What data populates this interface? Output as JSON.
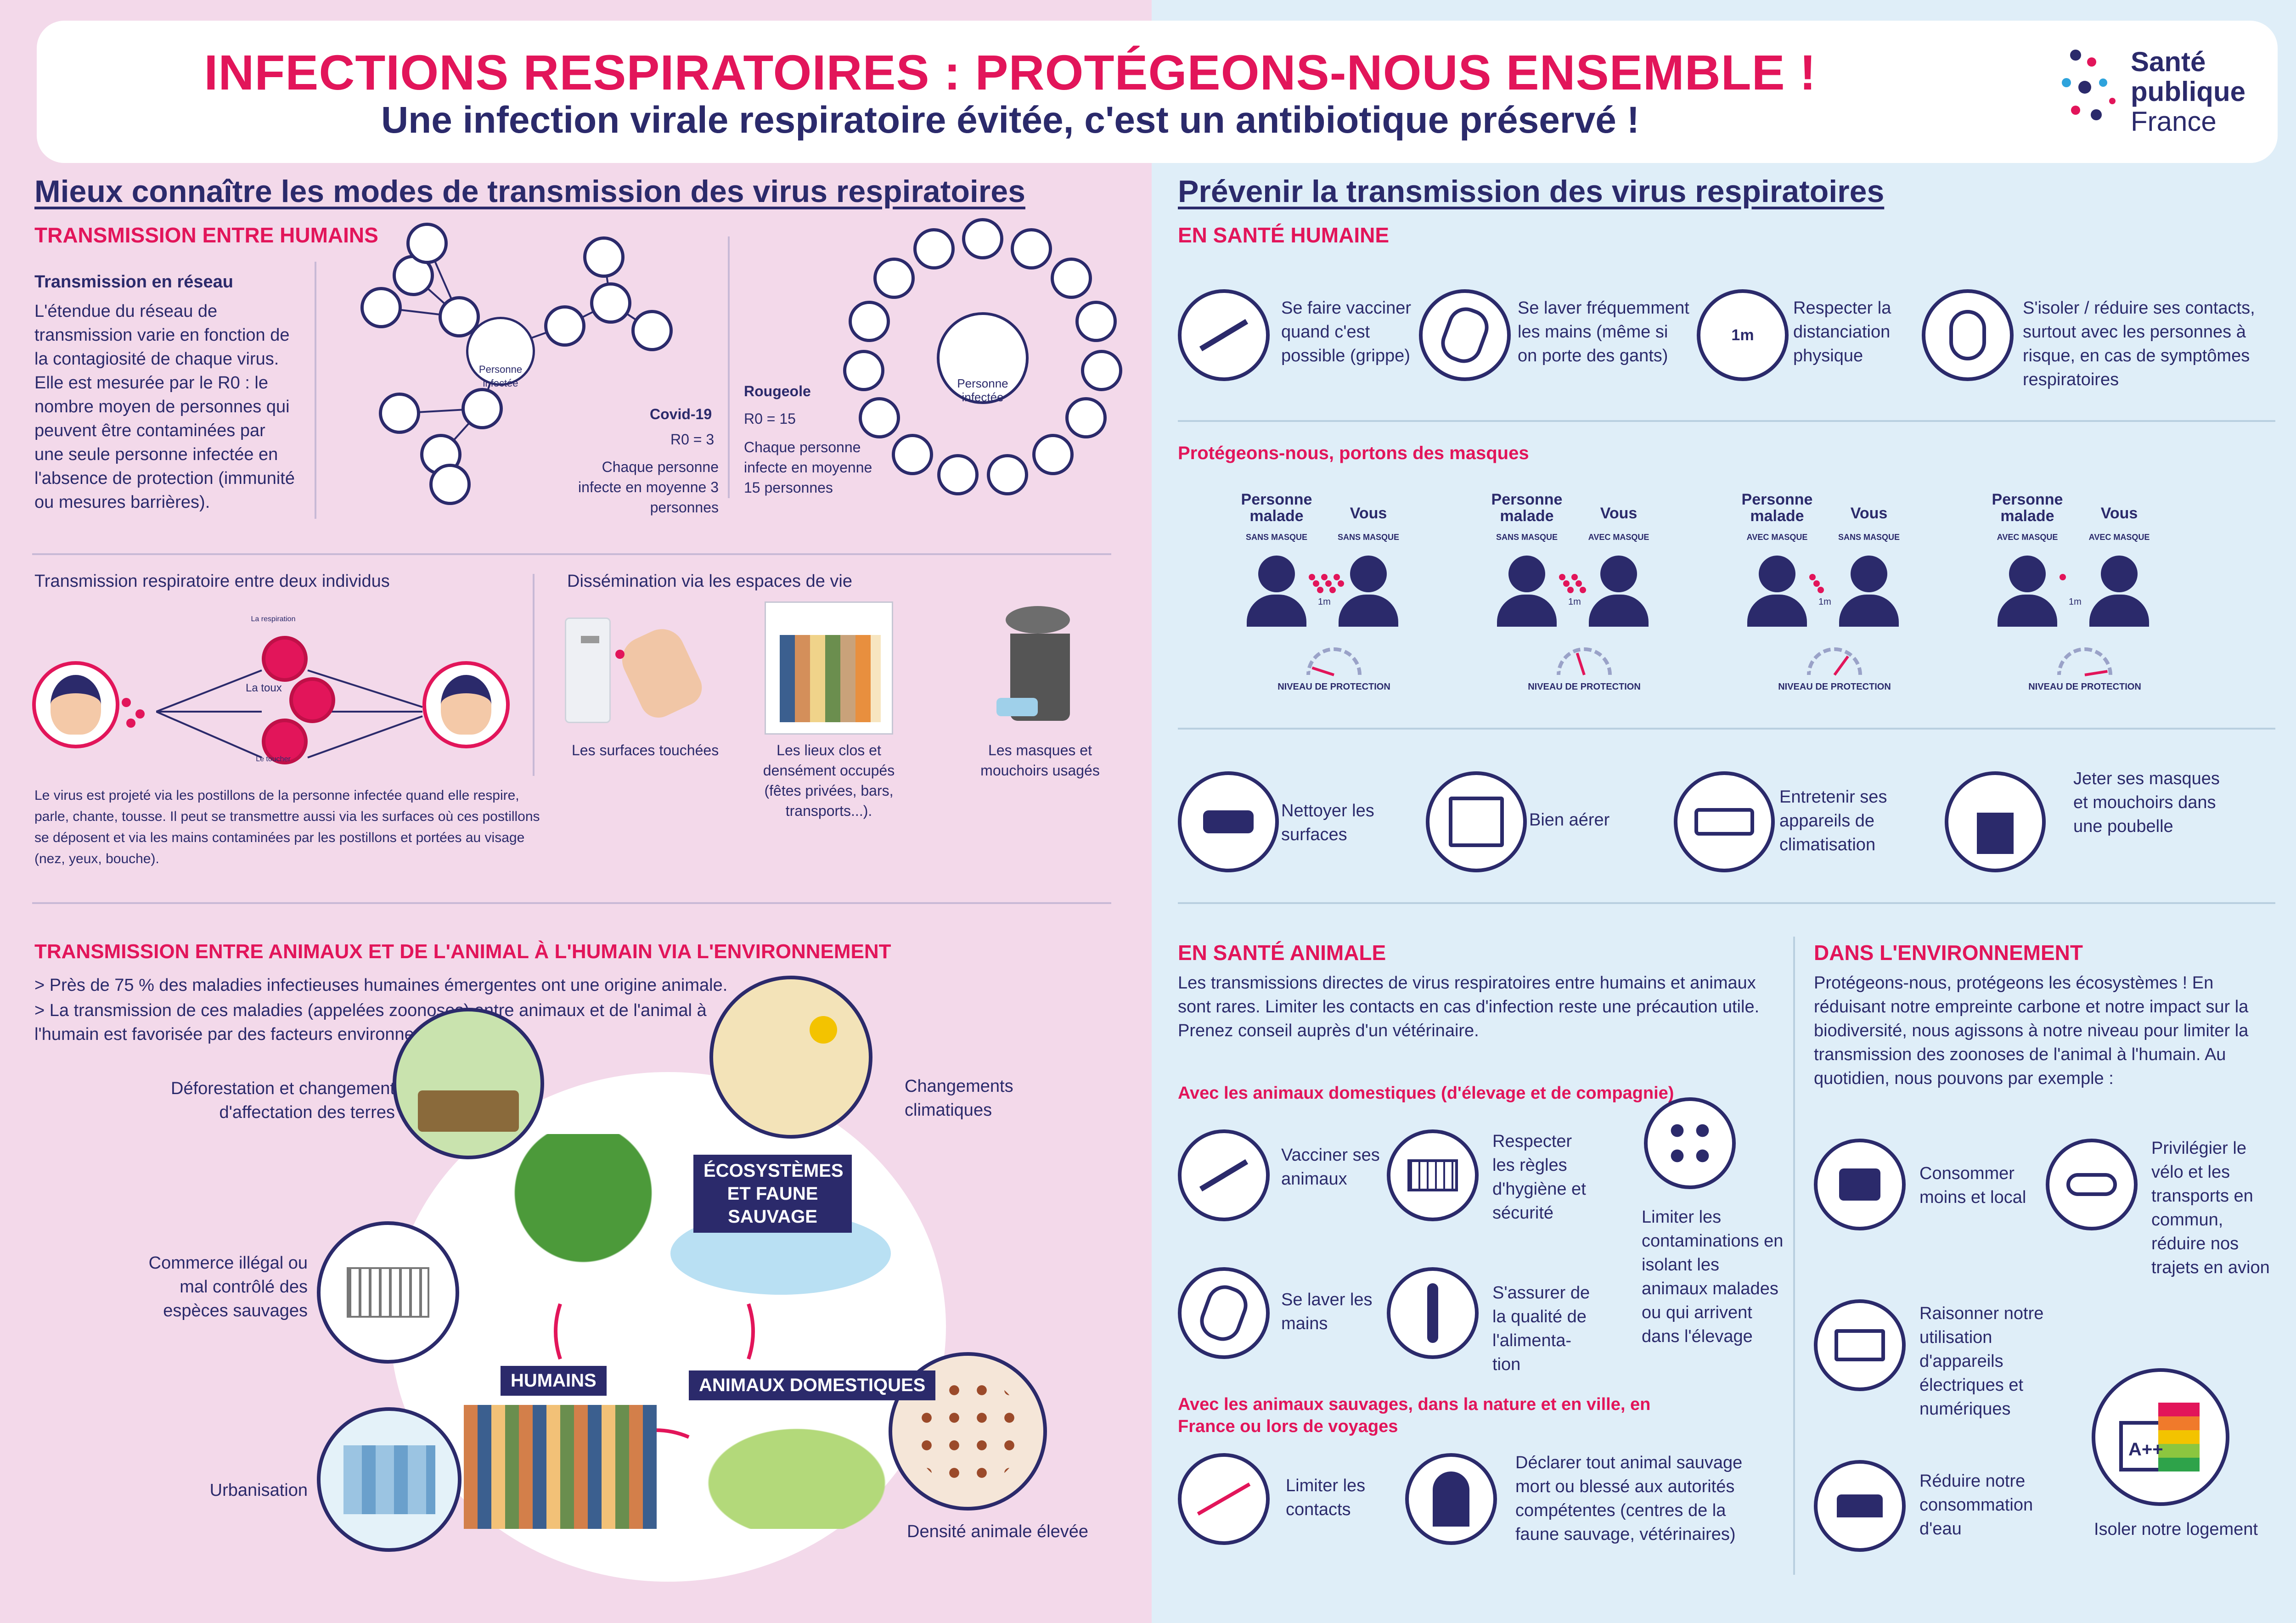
{
  "header": {
    "title": "INFECTIONS RESPIRATOIRES : PROTÉGEONS-NOUS ENSEMBLE !",
    "subtitle": "Une infection virale respiratoire évitée, c'est un antibiotique préservé !",
    "logo_line1": "Santé",
    "logo_line2": "publique",
    "logo_line3": "France"
  },
  "left": {
    "section_title": "Mieux connaître les modes de transmission des virus respiratoires",
    "humans_title": "TRANSMISSION ENTRE HUMAINS",
    "network_title": "Transmission en réseau",
    "network_text": "L'étendue du réseau de transmission varie en fonction de la contagiosité de chaque virus. Elle est mesurée par le R0 : le nombre moyen de personnes qui peuvent être contaminées par une seule personne infectée en l'absence de protection (immunité ou mesures barrières).",
    "infected_label": "Personne infectée",
    "covid_name": "Covid-19",
    "covid_r0": "R0 = 3",
    "covid_desc": "Chaque personne infecte en moyenne 3 personnes",
    "measles_name": "Rougeole",
    "measles_r0": "R0 = 15",
    "measles_desc": "Chaque personne infecte en moyenne 15 personnes",
    "resp_title": "Transmission respiratoire entre deux individus",
    "resp_labels": [
      "La respiration",
      "La toux",
      "Le toucher"
    ],
    "resp_text": "Le virus est projeté via les postillons de la personne infectée quand elle respire, parle, chante, tousse. Il peut se transmettre aussi via les surfaces où ces postillons se déposent et via les mains contaminées par les postillons et portées au visage (nez, yeux, bouche).",
    "spaces_title": "Dissémination via les espaces de vie",
    "spaces": [
      "Les surfaces touchées",
      "Les lieux clos et densément occupés (fêtes privées, bars, transports...).",
      "Les masques et mouchoirs usagés"
    ],
    "animals_title": "TRANSMISSION ENTRE ANIMAUX ET DE L'ANIMAL À L'HUMAIN VIA L'ENVIRONNEMENT",
    "animals_bullets": [
      "> Près de 75 % des maladies infectieuses humaines émergentes ont une origine animale.",
      "> La transmission de ces maladies (appelées zoonoses) entre animaux et de l'animal à l'humain est favorisée par des facteurs environnementaux."
    ],
    "factors": [
      "Déforestation et changement d'affectation des terres",
      "Commerce illégal ou mal contrôlé des espèces sauvages",
      "Urbanisation",
      "Changements climatiques",
      "Densité animale élevée"
    ],
    "circle_labels": [
      "ÉCOSYSTÈMES ET FAUNE SAUVAGE",
      "HUMAINS",
      "ANIMAUX DOMESTIQUES"
    ]
  },
  "right": {
    "section_title": "Prévenir la transmission des virus respiratoires",
    "human_health_title": "EN SANTÉ HUMAINE",
    "human_actions": [
      "Se faire vacciner quand c'est possible (grippe)",
      "Se laver fréquemment les mains (même si on porte des gants)",
      "Respecter la distanciation physique",
      "S'isoler / réduire ses contacts, surtout avec les personnes à risque, en cas de symptômes respiratoires"
    ],
    "masks_title": "Protégeons-nous, portons des masques",
    "mask_cols": [
      {
        "sick": "Personne malade",
        "sick_state": "SANS MASQUE",
        "you": "Vous",
        "you_state": "SANS MASQUE"
      },
      {
        "sick": "Personne malade",
        "sick_state": "SANS MASQUE",
        "you": "Vous",
        "you_state": "AVEC MASQUE"
      },
      {
        "sick": "Personne malade",
        "sick_state": "AVEC MASQUE",
        "you": "Vous",
        "you_state": "SANS MASQUE"
      },
      {
        "sick": "Personne malade",
        "sick_state": "AVEC MASQUE",
        "you": "Vous",
        "you_state": "AVEC MASQUE"
      }
    ],
    "mask_protection": [
      0.1,
      0.4,
      0.7,
      0.95
    ],
    "distance": "1m",
    "protection_label": "NIVEAU DE PROTECTION",
    "env_actions": [
      "Nettoyer les surfaces",
      "Bien aérer",
      "Entretenir ses appareils de climatisation",
      "Jeter ses masques et mouchoirs dans une poubelle"
    ],
    "animal_health_title": "EN SANTÉ ANIMALE",
    "animal_health_text": "Les transmissions directes de virus respiratoires entre humains et animaux sont rares. Limiter les contacts en cas d'infection reste une précaution utile. Prenez conseil auprès d'un vétérinaire.",
    "domestic_title": "Avec les animaux domestiques (d'élevage et de compagnie)",
    "domestic_actions": [
      "Vacciner ses animaux",
      "Respecter les règles d'hygiène et sécurité",
      "Limiter les contaminations en isolant les animaux malades ou qui arrivent dans l'élevage",
      "Se laver les mains",
      "S'assurer de la qualité de l'alimenta-tion"
    ],
    "wild_title": "Avec les animaux sauvages, dans la nature et en ville, en France ou lors de voyages",
    "wild_actions": [
      "Limiter les contacts",
      "Déclarer tout animal sauvage mort ou blessé aux autorités compétentes (centres de la faune sauvage, vétérinaires)"
    ],
    "env_title": "DANS L'ENVIRONNEMENT",
    "env_text": "Protégeons-nous, protégeons les écosystèmes ! En réduisant notre empreinte carbone et notre impact sur la biodiversité, nous agissons à notre niveau pour limiter la transmission des zoonoses de l'animal à l'humain. Au quotidien, nous pouvons par exemple :",
    "eco_actions": [
      "Consommer moins et local",
      "Privilégier le vélo et les transports en commun, réduire nos trajets en avion",
      "Raisonner notre utilisation d'appareils électriques et numériques",
      "Réduire notre consommation d'eau",
      "Isoler notre logement"
    ],
    "energy_label": "A++"
  },
  "colors": {
    "navy": "#2b2a6b",
    "accent": "#e2155a",
    "left_bg": "#f3d9ea",
    "right_bg": "#dfeef8"
  }
}
